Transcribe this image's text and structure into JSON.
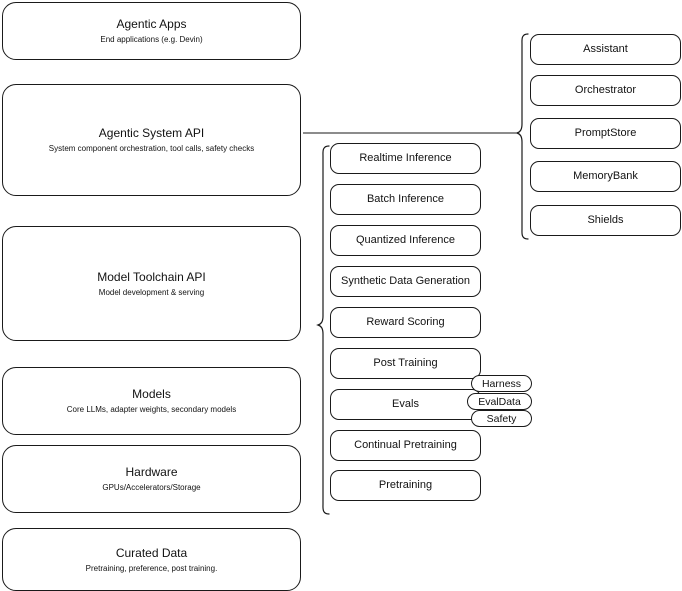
{
  "diagram": {
    "stack": [
      {
        "title": "Agentic Apps",
        "subtitle": "End applications (e.g. Devin)"
      },
      {
        "title": "Agentic System API",
        "subtitle": "System component orchestration, tool calls, safety checks"
      },
      {
        "title": "Model Toolchain API",
        "subtitle": "Model development & serving"
      },
      {
        "title": "Models",
        "subtitle": "Core LLMs, adapter weights, secondary models"
      },
      {
        "title": "Hardware",
        "subtitle": "GPUs/Accelerators/Storage"
      },
      {
        "title": "Curated Data",
        "subtitle": "Pretraining, preference, post training."
      }
    ],
    "toolchain_components": [
      {
        "label": "Realtime Inference"
      },
      {
        "label": "Batch Inference"
      },
      {
        "label": "Quantized Inference"
      },
      {
        "label": "Synthetic Data Generation"
      },
      {
        "label": "Reward Scoring"
      },
      {
        "label": "Post Training"
      },
      {
        "label": "Evals"
      },
      {
        "label": "Continual Pretraining"
      },
      {
        "label": "Pretraining"
      }
    ],
    "evals_badges": [
      {
        "label": "Harness"
      },
      {
        "label": "EvalData"
      },
      {
        "label": "Safety"
      }
    ],
    "agentic_components": [
      {
        "label": "Assistant"
      },
      {
        "label": "Orchestrator"
      },
      {
        "label": "PromptStore"
      },
      {
        "label": "MemoryBank"
      },
      {
        "label": "Shields"
      }
    ],
    "colors": {
      "stroke": "#1a1a1a",
      "background": "#ffffff",
      "text": "#121212"
    }
  }
}
